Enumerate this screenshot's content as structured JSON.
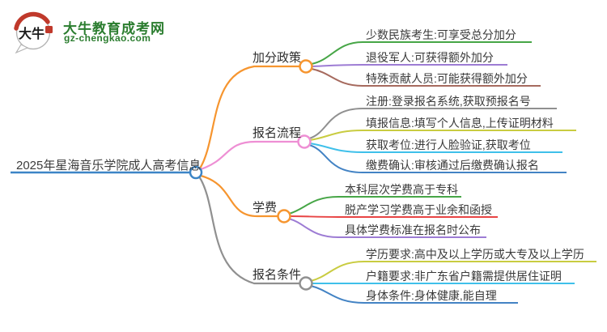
{
  "logo": {
    "icon_text": "大牛",
    "site_name": "大牛教育成考网",
    "site_url": "gz-chengkao.com",
    "brand_green": "#2b7d2f",
    "brand_red": "#c0392b"
  },
  "palette": {
    "root_blue": "#3c85c6",
    "orange": "#f6952f",
    "pink": "#ee8fd4",
    "gray": "#909090",
    "green": "#47a647",
    "purple": "#9d7cd4",
    "brown": "#a66a5e",
    "olive": "#c9cc41",
    "cyan": "#3fc0ea",
    "blue": "#4383c4",
    "red": "#e84444"
  },
  "mindmap": {
    "root": "2025年星海音乐学院成人高考信息",
    "branches": [
      {
        "label": "加分政策",
        "children": [
          {
            "label": "少数民族考生:可享受总分加分"
          },
          {
            "label": "退役军人:可获得额外加分"
          },
          {
            "label": "特殊贡献人员:可能获得额外加分"
          }
        ]
      },
      {
        "label": "报名流程",
        "children": [
          {
            "label": "注册:登录报名系统,获取预报名号"
          },
          {
            "label": "填报信息:填写个人信息,上传证明材料"
          },
          {
            "label": "获取考位:进行人脸验证,获取考位"
          },
          {
            "label": "缴费确认:审核通过后缴费确认报名"
          }
        ]
      },
      {
        "label": "学费",
        "children": [
          {
            "label": "本科层次学费高于专科"
          },
          {
            "label": "脱产学习学费高于业余和函授"
          },
          {
            "label": "具体学费标准在报名时公布"
          }
        ]
      },
      {
        "label": "报名条件",
        "children": [
          {
            "label": "学历要求:高中及以上学历或大专及以上学历"
          },
          {
            "label": "户籍要求:非广东省户籍需提供居住证明"
          },
          {
            "label": "身体条件:身体健康,能自理"
          }
        ]
      }
    ]
  }
}
